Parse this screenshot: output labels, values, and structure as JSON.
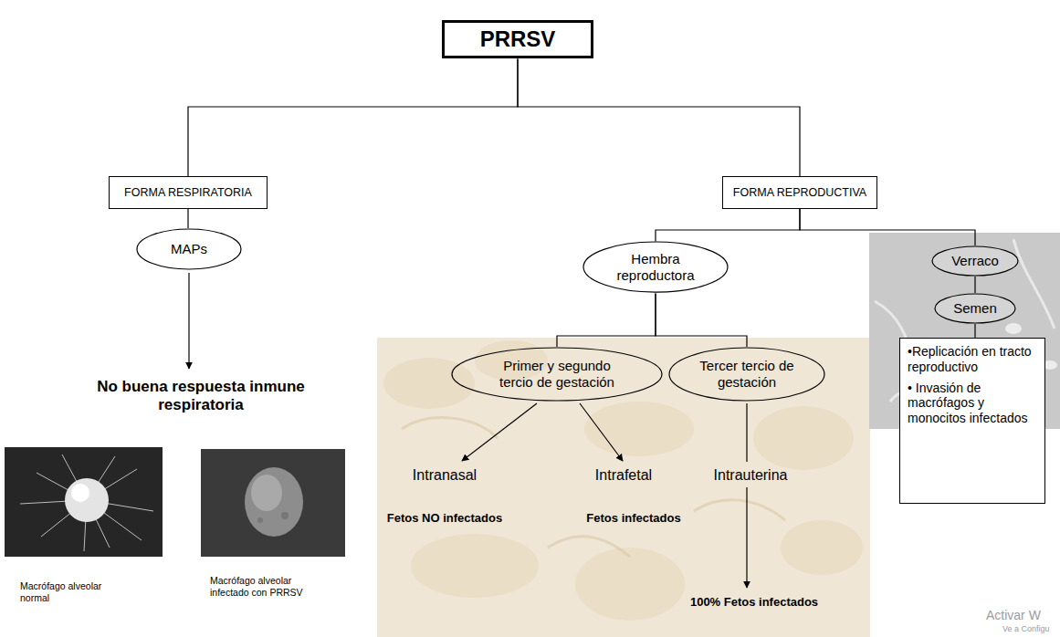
{
  "diagram": {
    "nodes": [
      {
        "text": [
          "PRRSV"
        ]
      },
      {
        "text": [
          "FORMA RESPIRATORIA"
        ]
      },
      {
        "text": [
          "FORMA REPRODUCTIVA"
        ]
      },
      {
        "text": [
          "MAPs"
        ]
      },
      {
        "text": [
          "Hembra reproductora"
        ]
      },
      {
        "text": [
          "Verraco"
        ]
      },
      {
        "text": [
          "Semen"
        ]
      },
      {
        "text": [
          "Primer y segundo tercio de gestación"
        ]
      },
      {
        "text": [
          "Tercer tercio de gestación"
        ]
      },
      {
        "text": [
          "•Replicación en tracto reproductivo",
          "• Invasión de macrófagos y monocitos infectados"
        ]
      }
    ],
    "edges": [
      {
        "from": 0,
        "to": 1,
        "arrow": "none"
      },
      {
        "from": 0,
        "to": 2,
        "arrow": "none"
      },
      {
        "from": 1,
        "to": 3,
        "arrow": "none"
      },
      {
        "from": 2,
        "to": 4,
        "arrow": "none"
      },
      {
        "from": 2,
        "to": 5,
        "arrow": "none"
      },
      {
        "from": 5,
        "to": 6,
        "arrow": "none"
      },
      {
        "from": 6,
        "to": 9,
        "arrow": "none"
      },
      {
        "from": 4,
        "to": 7,
        "arrow": "none"
      },
      {
        "from": 4,
        "to": 8,
        "arrow": "none"
      }
    ],
    "labels": [
      "No buena respuesta inmune respiratoria",
      "Macrófago alveolar normal",
      "Macrófago alveolar infectado con PRRSV",
      "Intranasal",
      "Intrafetal",
      "Intrauterina",
      "Fetos NO infectados",
      "Fetos infectados",
      "100% Fetos infectados",
      "Activar W",
      "Ve a Configu"
    ]
  }
}
